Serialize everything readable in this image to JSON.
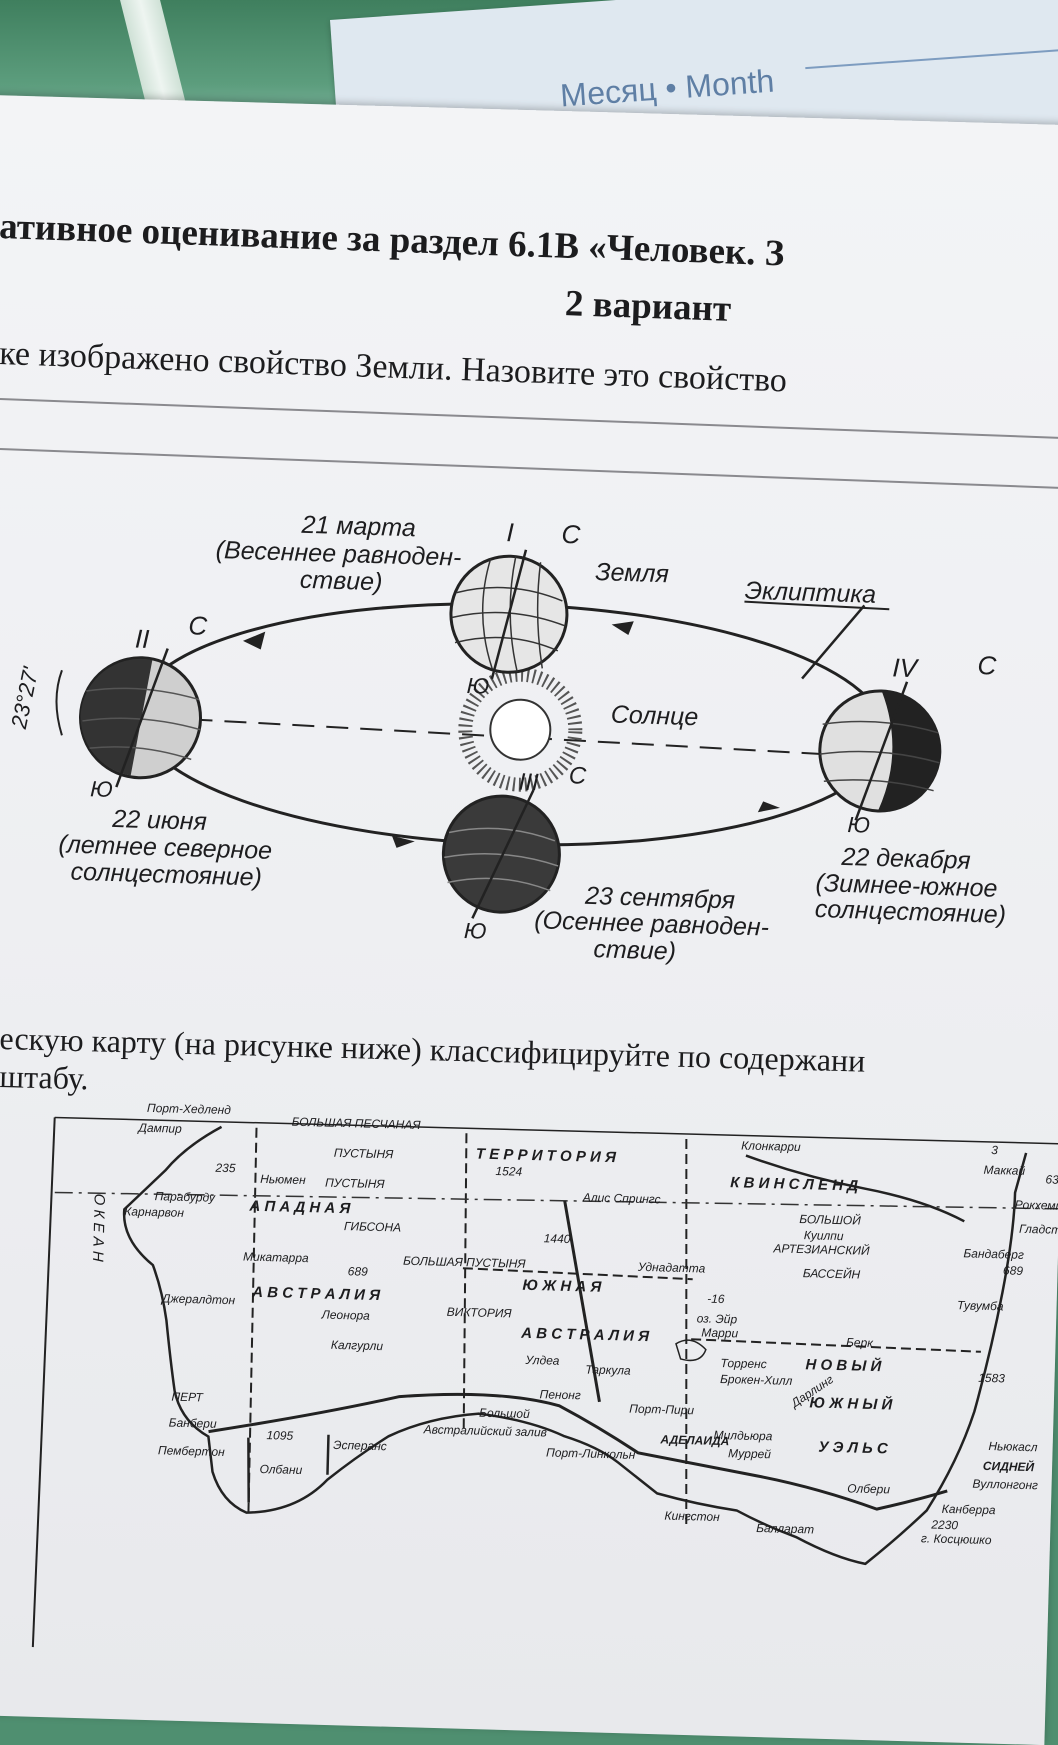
{
  "background": {
    "month_label": "Месяц • Month"
  },
  "header": {
    "title": "ативное оценивание за раздел 6.1В «Человек. З",
    "variant": "2   вариант",
    "question1": "ке изображено свойство Земли. Назовите это свойство"
  },
  "diagram": {
    "labels": {
      "march": "21 марта",
      "march_desc_1": "(Весеннее равноден-",
      "march_desc_2": "ствие)",
      "earth": "Земля",
      "ecliptic": "Эклиптика",
      "sun": "Солнце",
      "june": "22 июня",
      "june_desc_1": "(летнее северное",
      "june_desc_2": "солнцестояние)",
      "september": "23 сентября",
      "september_desc_1": "(Осеннее равноден-",
      "september_desc_2": "ствие)",
      "december": "22 декабря",
      "december_desc_1": "(Зимнее-южное",
      "december_desc_2": "солнцестояние)",
      "tilt": "23°27'",
      "numeral_1": "I",
      "numeral_2": "II",
      "numeral_3": "III",
      "numeral_4": "IV",
      "north": "С",
      "south": "Ю"
    }
  },
  "question2": {
    "line1": "ескую карту (на рисунке ниже) классифицируйте по содержани",
    "line2": "штабу."
  },
  "map": {
    "labels": {
      "port_hedland": "Порт-Хедленд",
      "dampir": "Дампир",
      "great_sandy_1": "БОЛЬШАЯ ПЕСЧАНАЯ",
      "great_sandy_2": "ПУСТЫНЯ",
      "territory": "Т Е Р Р И Т О Р И Я",
      "kloncurry": "Клонкарри",
      "queensland": "К В И Н С Л Е Н Д",
      "makkai": "Маккай",
      "rockhampton": "Рокхемп",
      "n1524": "1524",
      "n235": "235",
      "newman": "Ньюмен",
      "desert_2": "ПУСТЫНЯ",
      "alice": "Алис Спрингс",
      "great_kuilpi": "БОЛЬШОЙ",
      "kuilpi": "Куилпи",
      "artesian": "АРТЕЗИАНСКИЙ",
      "basin": "БАССЕЙН",
      "paraburdu": "Парабурду",
      "karnarvon": "Карнарвон",
      "western": "А П А Д Н А Я",
      "gibson": "ГИБСОНА",
      "n1440": "1440",
      "bundaberg": "Бандаберг",
      "n689b": "689",
      "gladstone": "Гладст",
      "meekatharra": "Микатарра",
      "n689": "689",
      "great_desert": "БОЛЬШАЯ ПУСТЫНЯ",
      "oodnadatta": "Уднадатта",
      "southern": "Ю Ж Н А Я",
      "n16": "-16",
      "toowoomba": "Тувумба",
      "australia": "А В С Т Р А Л И Я",
      "geraldton": "Джералдтон",
      "leonora": "Леонора",
      "victoria": "ВИКТОРИЯ",
      "eyre": "оз. Эйр",
      "marree": "Марри",
      "australia2": "А В С Т Р А Л И Я",
      "bourke": "Берк",
      "kalgoorlie": "Калгурли",
      "wudea": "Улдеа",
      "tarcoola": "Таркула",
      "torrens": "Торренс",
      "broken_hill": "Брокен-Хилл",
      "new": "Н О В Ы Й",
      "darling": "Дарлинг",
      "n1583": "1583",
      "perth": "ПЕРТ",
      "penong": "Пенонг",
      "port_pirie": "Порт-Пири",
      "south": "Ю Ж Н Ы Й",
      "bunbury": "Банбери",
      "n1095": "1095",
      "bight_1": "Большой",
      "bight_2": "Австралийский залив",
      "mildura": "Милдьюра",
      "wales": "У Э Л Ь С",
      "newcastle": "Ньюкасл",
      "sydney": "СИДНЕЙ",
      "wollongong": "Вуллонгонг",
      "esperance": "Эсперанс",
      "adelaide": "АДЕЛАИДА",
      "murray": "Муррей",
      "albany": "Олбани",
      "port_lincoln": "Порт-Линкольн",
      "albury": "Олбери",
      "canberra": "Канберра",
      "n2230": "2230",
      "kosciusko": "г. Косцюшко",
      "pemberton": "Пембертон",
      "kingston": "Кингстон",
      "ballarat": "Балларат",
      "sea_letters": "О К Е А Н",
      "n3": "3",
      "n63": "63"
    }
  }
}
